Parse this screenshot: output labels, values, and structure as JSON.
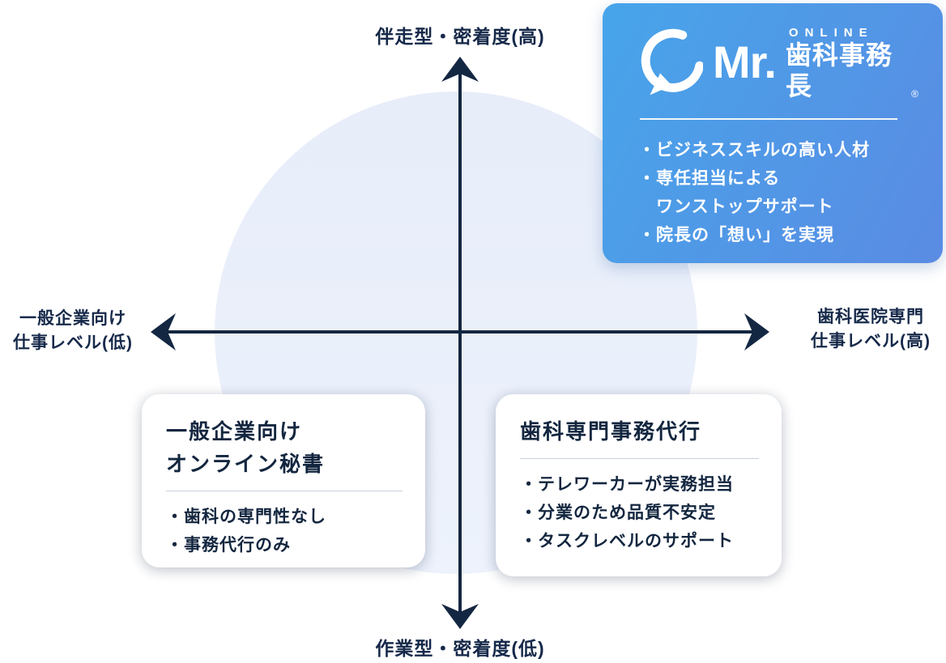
{
  "diagram": {
    "axes": {
      "top": "伴走型・密着度(高)",
      "bottom": "作業型・密着度(低)",
      "left": [
        "一般企業向け",
        "仕事レベル(低)"
      ],
      "right": [
        "歯科医院専門",
        "仕事レベル(高)"
      ]
    }
  },
  "brand_card": {
    "logo": {
      "icon": "circular-arrow-icon",
      "prefix": "Mr.",
      "online": "ONLINE",
      "name": "歯科事務長",
      "registered": "®"
    },
    "features": [
      "・ビジネススキルの高い人材",
      "・専任担当による",
      "　ワンストップサポート",
      "・院長の「想い」を実現"
    ]
  },
  "left_card": {
    "title": [
      "一般企業向け",
      "オンライン秘書"
    ],
    "points": [
      "・歯科の専門性なし",
      "・事務代行のみ"
    ]
  },
  "right_card": {
    "title": "歯科専門事務代行",
    "points": [
      "・テレワーカーが実務担当",
      "・分業のため品質不安定",
      "・タスクレベルのサポート"
    ]
  },
  "colors": {
    "axis": "#142742",
    "axis_label_text": "#16294a",
    "circle_fill": "#e8eefa",
    "brand_gradient_from": "#47a5ea",
    "brand_gradient_to": "#5a8be3",
    "card_text": "#13263f",
    "card_bg": "#ffffff"
  }
}
